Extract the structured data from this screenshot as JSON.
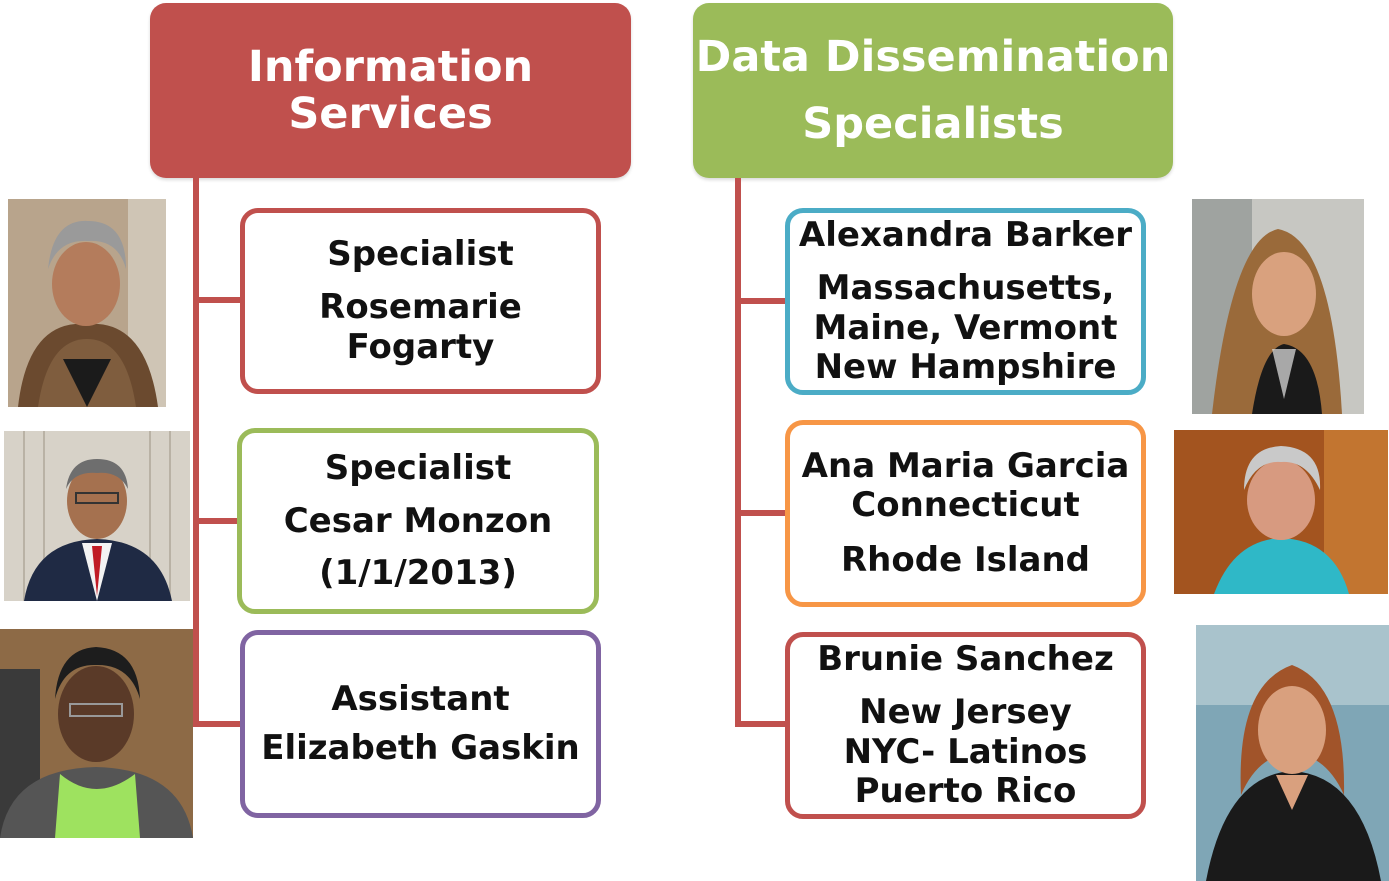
{
  "left": {
    "header": [
      "Information",
      "Services"
    ],
    "color": "#c0504d",
    "members": [
      {
        "title": "Specialist",
        "name_lines": [
          "Rosemarie",
          "Fogarty"
        ],
        "extra": "",
        "border": "#c0504d"
      },
      {
        "title": "Specialist",
        "name_lines": [
          "Cesar Monzon"
        ],
        "extra": "(1/1/2013)",
        "border": "#9bbb59"
      },
      {
        "title": "Assistant",
        "name_lines": [
          "Elizabeth Gaskin"
        ],
        "extra": "",
        "border": "#8064a2"
      }
    ]
  },
  "right": {
    "header": [
      "Data Dissemination",
      "Specialists"
    ],
    "color": "#9bbb59",
    "members": [
      {
        "name": "Alexandra Barker",
        "regions": [
          "Massachusetts,",
          "Maine, Vermont",
          "New Hampshire"
        ],
        "border": "#4bacc6"
      },
      {
        "name": "Ana Maria Garcia",
        "regions": [
          "Connecticut",
          "Rhode Island"
        ],
        "border": "#f79646"
      },
      {
        "name": "Brunie Sanchez",
        "regions": [
          "New Jersey",
          "NYC- Latinos",
          "Puerto Rico"
        ],
        "border": "#c0504d"
      }
    ]
  },
  "connector_color": "#c0504d",
  "photos": [
    {
      "subject": "photo-rosemarie-fogarty"
    },
    {
      "subject": "photo-cesar-monzon"
    },
    {
      "subject": "photo-elizabeth-gaskin"
    },
    {
      "subject": "photo-alexandra-barker"
    },
    {
      "subject": "photo-ana-maria-garcia"
    },
    {
      "subject": "photo-brunie-sanchez"
    }
  ]
}
